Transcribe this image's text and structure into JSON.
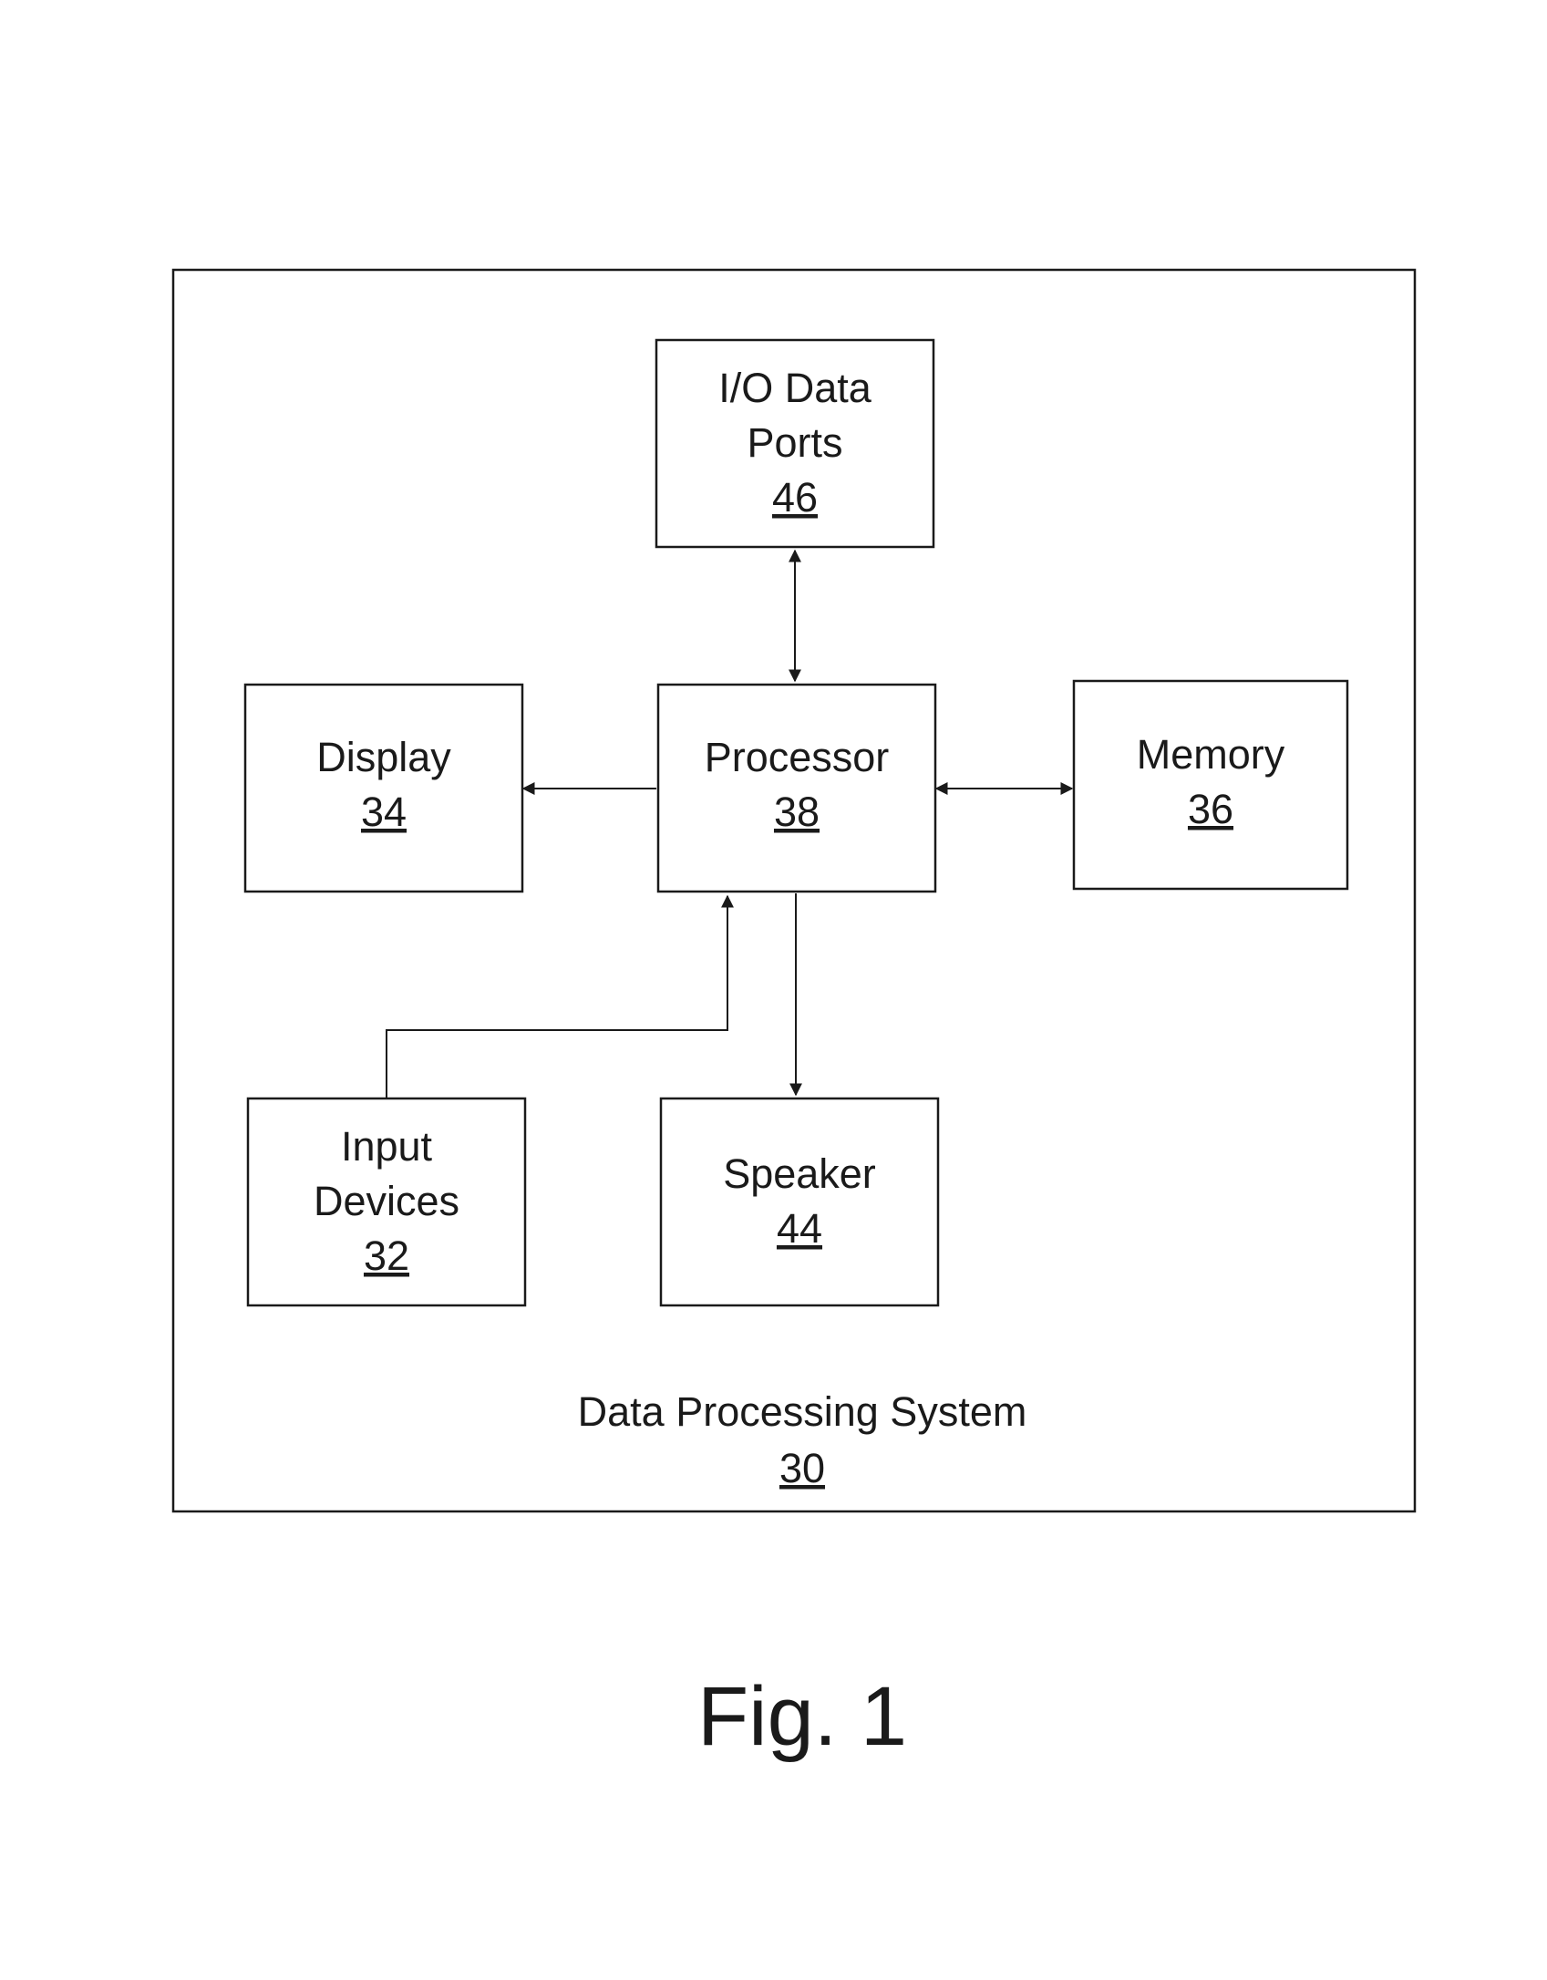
{
  "figure_label": "Fig. 1",
  "system": {
    "title": "Data Processing System",
    "ref": "30"
  },
  "components": {
    "io_ports": {
      "lines": [
        "I/O Data",
        "Ports"
      ],
      "ref": "46"
    },
    "display": {
      "lines": [
        "Display"
      ],
      "ref": "34"
    },
    "processor": {
      "lines": [
        "Processor"
      ],
      "ref": "38"
    },
    "memory": {
      "lines": [
        "Memory"
      ],
      "ref": "36"
    },
    "input_devices": {
      "lines": [
        "Input",
        "Devices"
      ],
      "ref": "32"
    },
    "speaker": {
      "lines": [
        "Speaker"
      ],
      "ref": "44"
    }
  },
  "connections": [
    {
      "from": "processor",
      "to": "io_ports",
      "direction": "bidirectional"
    },
    {
      "from": "processor",
      "to": "display",
      "direction": "one-way"
    },
    {
      "from": "processor",
      "to": "memory",
      "direction": "bidirectional"
    },
    {
      "from": "input_devices",
      "to": "processor",
      "direction": "one-way"
    },
    {
      "from": "processor",
      "to": "speaker",
      "direction": "one-way"
    }
  ],
  "colors": {
    "ink": "#1a1a1a",
    "paper": "#ffffff"
  }
}
